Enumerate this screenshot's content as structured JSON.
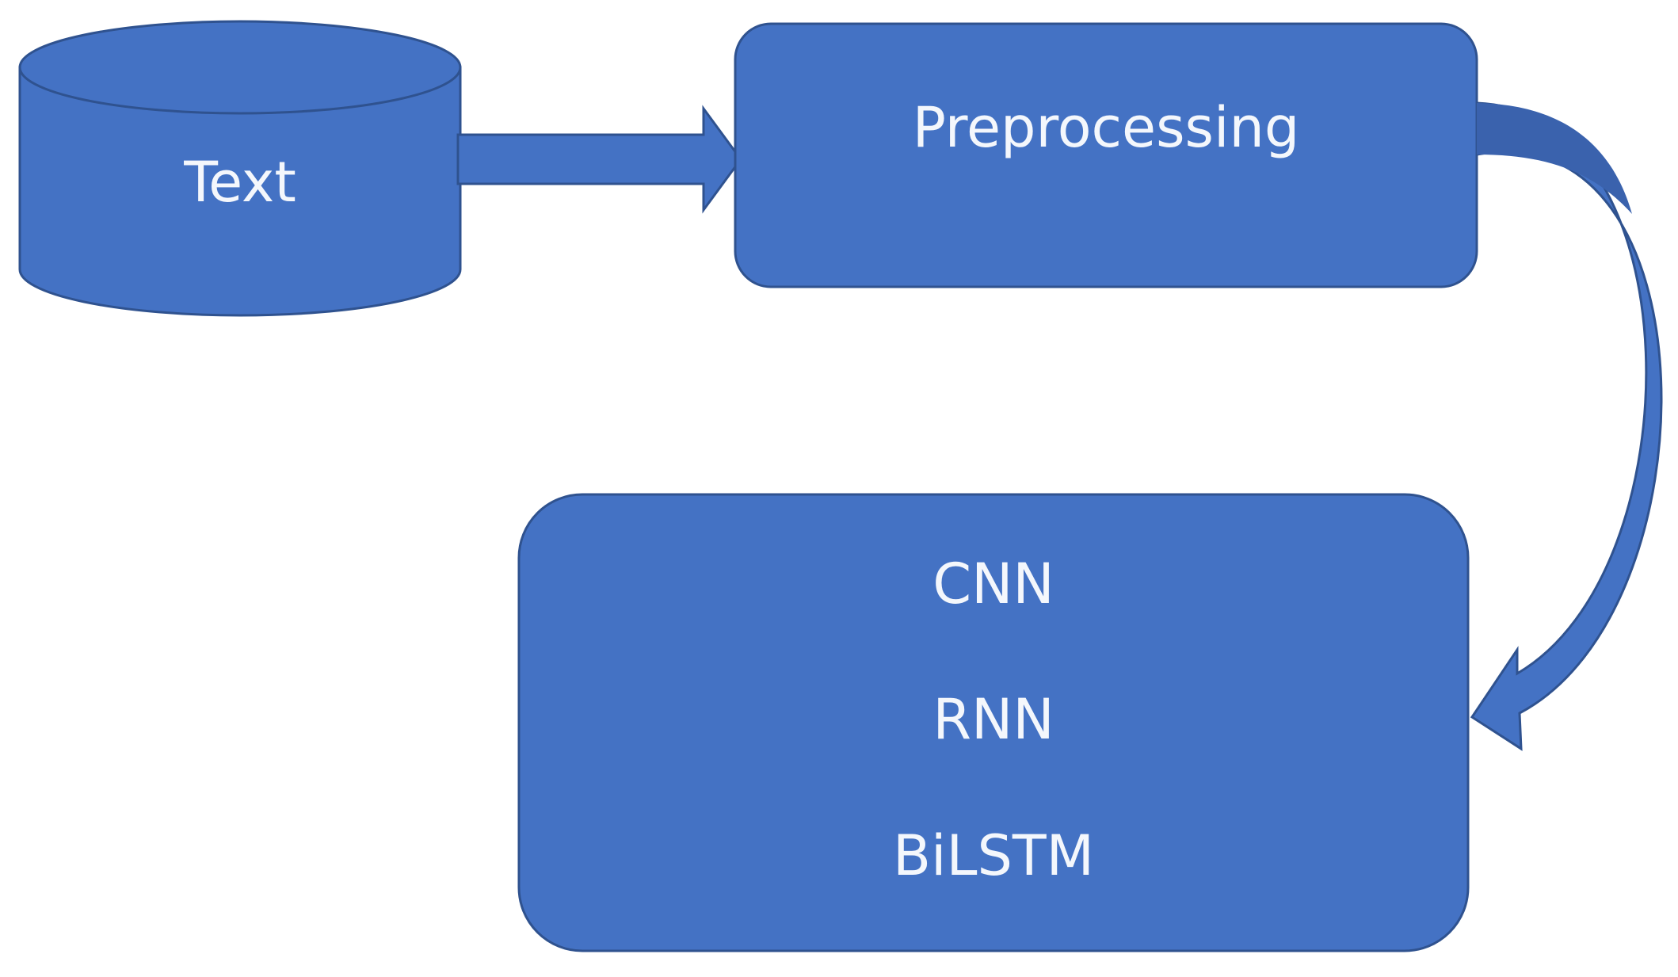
{
  "colors": {
    "fill": "#4472c4",
    "stroke": "#2f528f",
    "arrow_dark": "#3a62ad",
    "text": "#f4f7fc"
  },
  "nodes": {
    "text_source": {
      "label": "Text",
      "shape": "cylinder"
    },
    "preprocessing": {
      "label": "Preprocessing",
      "shape": "rounded-rectangle"
    },
    "models": {
      "shape": "rounded-rectangle",
      "items": [
        "CNN",
        "RNN",
        "BiLSTM"
      ]
    }
  },
  "edges": [
    {
      "from": "text_source",
      "to": "preprocessing",
      "style": "block-arrow"
    },
    {
      "from": "preprocessing",
      "to": "models",
      "style": "curved-arrow"
    }
  ]
}
